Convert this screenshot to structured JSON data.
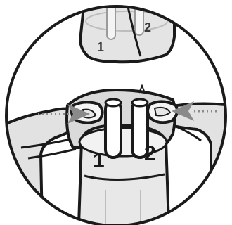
{
  "figure": {
    "pin_labels": {
      "left": "1",
      "right": "2"
    },
    "top_pin_labels": {
      "left": "1",
      "right": "2"
    },
    "arrows": {
      "left_direction": "right",
      "right_direction": "left"
    },
    "icons": {
      "frame": "circle-frame-icon",
      "plug": "connector-plug-icon",
      "hand": "hand-icon"
    },
    "colors": {
      "line": "#1a1a1a",
      "fill_light": "#ececec",
      "fill_mid": "#dcdcdc",
      "arrow": "#8a8a8a",
      "background": "#ffffff"
    }
  }
}
